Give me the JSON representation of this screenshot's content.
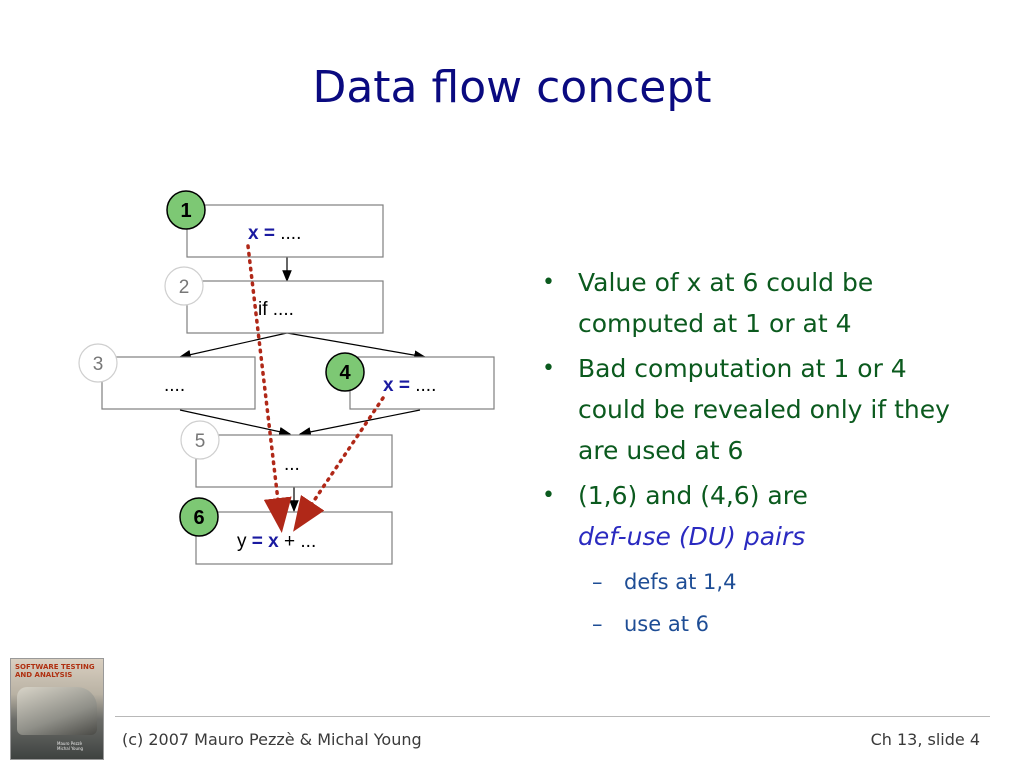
{
  "slide": {
    "title": "Data flow concept"
  },
  "diagram": {
    "nodes": {
      "n1": {
        "num": "1",
        "kw": "x =",
        "rest": " ...."
      },
      "n2": {
        "num": "2",
        "text": "if ...."
      },
      "n3": {
        "num": "3",
        "text": "...."
      },
      "n4": {
        "num": "4",
        "kw": "x =",
        "rest": " ...."
      },
      "n5": {
        "num": "5",
        "text": "..."
      },
      "n6": {
        "num": "6",
        "pre": "y ",
        "kw": "= x",
        "rest": " + ..."
      }
    },
    "colors": {
      "box_border": "#7f7f7f",
      "circle_highlight": "#7dc874",
      "circle_plain": "#ffffff",
      "dotted_path": "#b02818",
      "keyword": "#1a1aa0"
    }
  },
  "bullets": [
    {
      "text": "Value of x at 6 could be computed at 1 or at 4"
    },
    {
      "text": "Bad computation at 1 or 4 could be revealed only if they are used at 6"
    },
    {
      "text_pre": "(1,6) and (4,6) are",
      "text_em": "def-use (DU) pairs"
    }
  ],
  "sub_bullets": [
    {
      "text": "defs at 1,4"
    },
    {
      "text": "use at 6"
    }
  ],
  "book": {
    "title": "SOFTWARE TESTING AND ANALYSIS",
    "authors": "Mauro Pezzè\nMichal Young"
  },
  "footer": {
    "left": "(c) 2007 Mauro Pezzè & Michal Young",
    "right": "Ch 13, slide 4"
  }
}
